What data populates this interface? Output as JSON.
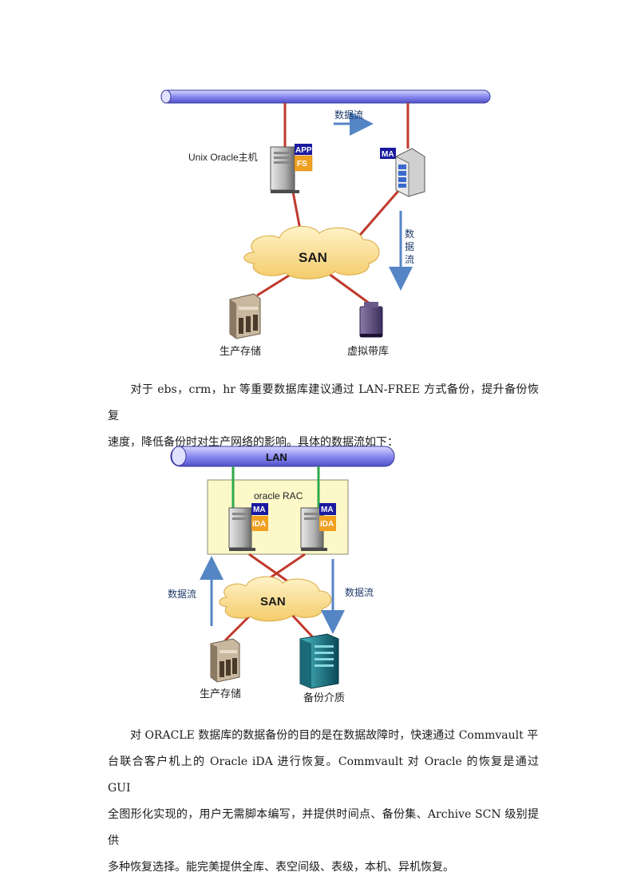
{
  "diagram1": {
    "host_label": "Unix Oracle主机",
    "app_badge": "APP",
    "fs_badge": "FS",
    "ma_badge": "MA",
    "dataflow_horizontal": "数据流",
    "dataflow_vertical": [
      "数",
      "据",
      "流"
    ],
    "san_label": "SAN",
    "prod_storage": "生产存储",
    "virtual_tape": "虚拟带库"
  },
  "para1": {
    "line1": "对于 ebs，crm，hr 等重要数据库建议通过 LAN-FREE 方式备份，提升备份恢复",
    "line2": "速度，降低备份时对生产网络的影响。具体的数据流如下："
  },
  "diagram2": {
    "lan_label": "LAN",
    "rac_label": "oracle RAC",
    "ma_badge": "MA",
    "ida_badge": "iDA",
    "dataflow_left": "数据流",
    "dataflow_right": "数据流",
    "san_label": "SAN",
    "prod_storage": "生产存储",
    "backup_media": "备份介质"
  },
  "para2": {
    "line1": "对 ORACLE 数据库的数据备份的目的是在数据故障时，快速通过 Commvault 平",
    "line2": "台联合客户机上的 Oracle iDA 进行恢复。Commvault 对 Oracle 的恢复是通过 GUI",
    "line3": "全图形化实现的，用户无需脚本编写，并提供时间点、备份集、Archive SCN 级别提供",
    "line4": "多种恢复选择。能完美提供全库、表空间级、表级，本机、异机恢复。"
  },
  "colors": {
    "bus_blue": "#8a8af0",
    "link_red": "#c0392b",
    "link_green": "#2eaa4a",
    "arrow_blue": "#5585c5",
    "badge_blue": "#1a1aa0",
    "badge_orange": "#f0a020",
    "san_cloud": "#fbe4a2",
    "rac_box": "#fdf8c8"
  }
}
